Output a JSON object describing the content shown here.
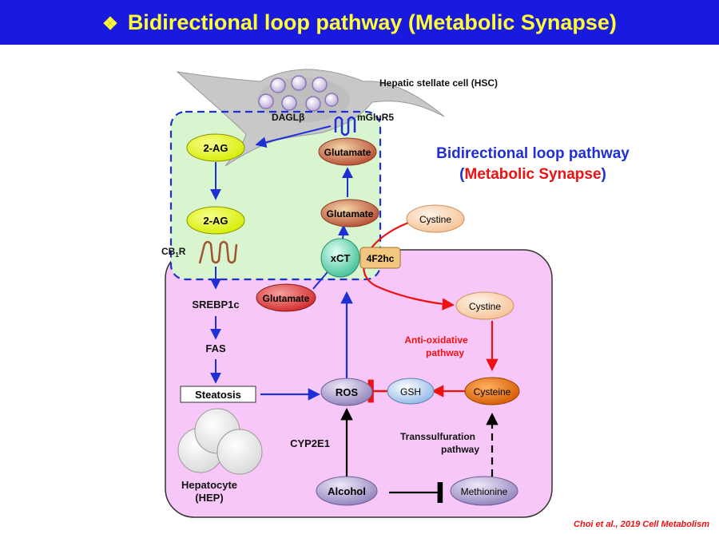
{
  "slide": {
    "bullet": "❖",
    "title": "Bidirectional loop pathway (Metabolic Synapse)",
    "citation": "Choi et al., 2019 Cell Metabolism"
  },
  "hsc": {
    "label": "Hepatic stellate cell (HSC)",
    "daglb": "DAGLβ",
    "mglur5": "mGluR5",
    "two_ag_top": "2-AG",
    "two_ag_bottom": "2-AG",
    "glutamate_top": "Glutamate",
    "glutamate_mid": "Glutamate"
  },
  "synapse": {
    "heading_line1": "Bidirectional loop pathway",
    "heading_paren_open": "(",
    "heading_line2": "Metabolic Synapse",
    "heading_paren_close": ")"
  },
  "transporter": {
    "xct": "xCT",
    "f2hc": "4F2hc",
    "cb1r_main": "CB",
    "cb1r_sub": "1",
    "cb1r_tail": "R"
  },
  "hepatocyte": {
    "srebp1c": "SREBP1c",
    "fas": "FAS",
    "steatosis": "Steatosis",
    "glutamate": "Glutamate",
    "cystine_out": "Cystine",
    "cystine_in": "Cystine",
    "anti_oxidative_line1": "Anti-oxidative",
    "anti_oxidative_line2": "pathway",
    "ros": "ROS",
    "gsh": "GSH",
    "cysteine": "Cysteine",
    "cyp2e1": "CYP2E1",
    "transsulfuration_line1": "Transsulfuration",
    "transsulfuration_line2": "pathway",
    "alcohol": "Alcohol",
    "methionine": "Methionine",
    "label_line1": "Hepatocyte",
    "label_line2": "(HEP)"
  },
  "colors": {
    "banner": "#1a1adf",
    "banner_text": "#ffff33",
    "hepatocyte_fill": "#f7c8f7",
    "synapse_fill": "#d8f5d0",
    "blue_arrow": "#1f2fd6",
    "red_arrow": "#ee1111"
  }
}
